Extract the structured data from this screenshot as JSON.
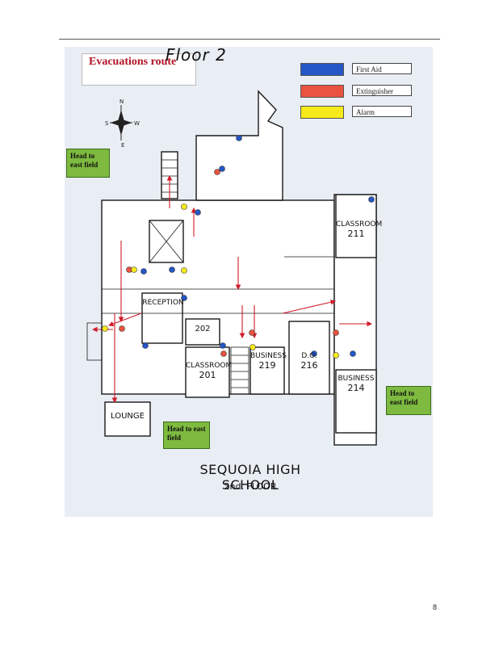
{
  "title": "Evacuations route",
  "floor_handwritten": "Floor 2",
  "legend": [
    {
      "label": "First Aid",
      "color": "#2457c5"
    },
    {
      "label": "Extinguisher",
      "color": "#e9533f"
    },
    {
      "label": "Alarm",
      "color": "#f6ea1a"
    }
  ],
  "compass": {
    "north": "N",
    "south": "S",
    "east": "E",
    "west": "W"
  },
  "notes": {
    "west": "Head to east field",
    "bottom": "Head to east field",
    "east": "Head to east field"
  },
  "rooms": {
    "classroom_211": {
      "name": "CLASSROOM",
      "number": "211"
    },
    "reception": "RECEPTION",
    "room_202": "202",
    "classroom_201": {
      "name": "CLASSROOM",
      "number": "201"
    },
    "business_219": {
      "name": "BUSINESS",
      "number": "219"
    },
    "do_216": {
      "name": "D.O.",
      "number": "216"
    },
    "business_214": {
      "name": "BUSINESS",
      "number": "214"
    },
    "lounge": "LOUNGE"
  },
  "plan_caption": {
    "line1": "SEQUOIA HIGH SCHOOL",
    "line2": "2nd. FLOOR"
  },
  "page_number": "8"
}
